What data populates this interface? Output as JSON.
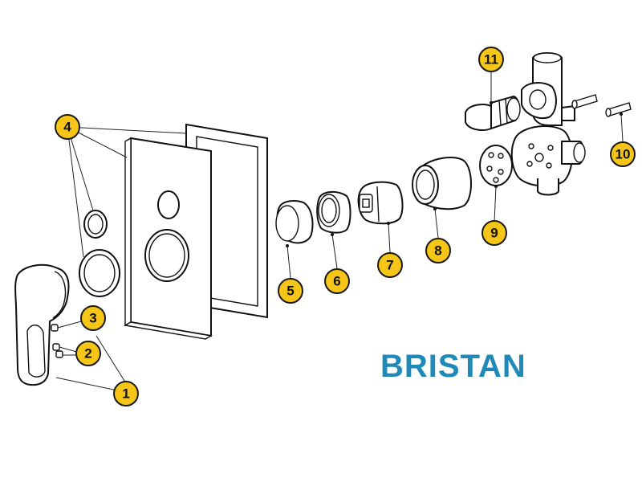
{
  "brand": {
    "name": "BRISTAN",
    "color": "#1f8ab8"
  },
  "callout": {
    "fill": "#f5c518",
    "labels": [
      "1",
      "2",
      "3",
      "4",
      "5",
      "6",
      "7",
      "8",
      "9",
      "10",
      "11"
    ]
  },
  "parts": [
    {
      "number": "1",
      "depicts": "lever-handle"
    },
    {
      "number": "2",
      "depicts": "grub-screws"
    },
    {
      "number": "3",
      "depicts": "grub-screw"
    },
    {
      "number": "4",
      "depicts": "faceplate-gasket-and-trim-rings"
    },
    {
      "number": "5",
      "depicts": "shroud"
    },
    {
      "number": "6",
      "depicts": "retaining-nut"
    },
    {
      "number": "7",
      "depicts": "cartridge"
    },
    {
      "number": "8",
      "depicts": "sleeve"
    },
    {
      "number": "9",
      "depicts": "seal-plate"
    },
    {
      "number": "10",
      "depicts": "fixing-screw"
    },
    {
      "number": "11",
      "depicts": "diverter-cartridge"
    }
  ]
}
